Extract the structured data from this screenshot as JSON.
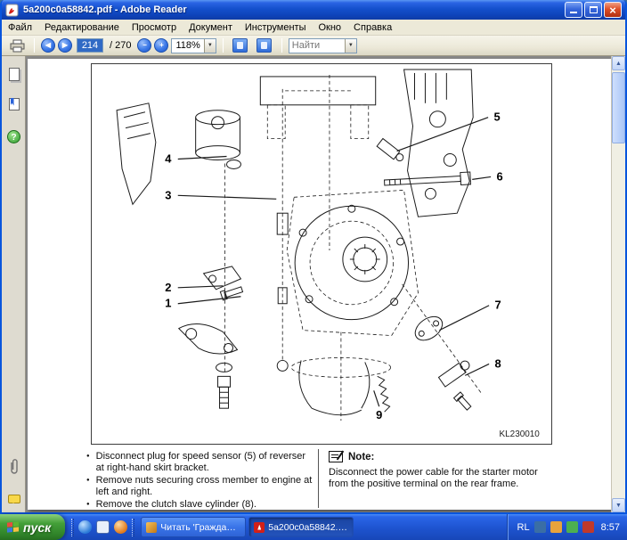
{
  "window": {
    "title": "5a200c0a58842.pdf - Adobe Reader"
  },
  "menubar": {
    "items": [
      "Файл",
      "Редактирование",
      "Просмотр",
      "Документ",
      "Инструменты",
      "Окно",
      "Справка"
    ]
  },
  "toolbar": {
    "page_current": "214",
    "page_total": "/ 270",
    "zoom_level": "118%",
    "find_placeholder": "Найти"
  },
  "page": {
    "figure": {
      "code": "KL230010",
      "callouts": [
        "1",
        "2",
        "3",
        "4",
        "5",
        "6",
        "7",
        "8",
        "9"
      ]
    },
    "bullets": [
      "Disconnect plug for speed sensor (5) of reverser at right-hand skirt bracket.",
      "Remove nuts securing cross member to engine at left and right.",
      "Remove the clutch slave cylinder (8)."
    ],
    "note": {
      "label": "Note:",
      "text": "Disconnect the power cable for the starter motor from the positive terminal on the rear frame."
    }
  },
  "taskbar": {
    "start": "пуск",
    "tasks": [
      {
        "label": "Читать 'Гражданск..."
      },
      {
        "label": "5a200c0a58842.pdf -..."
      }
    ],
    "tray": {
      "language": "RL",
      "time": "8:57"
    }
  }
}
